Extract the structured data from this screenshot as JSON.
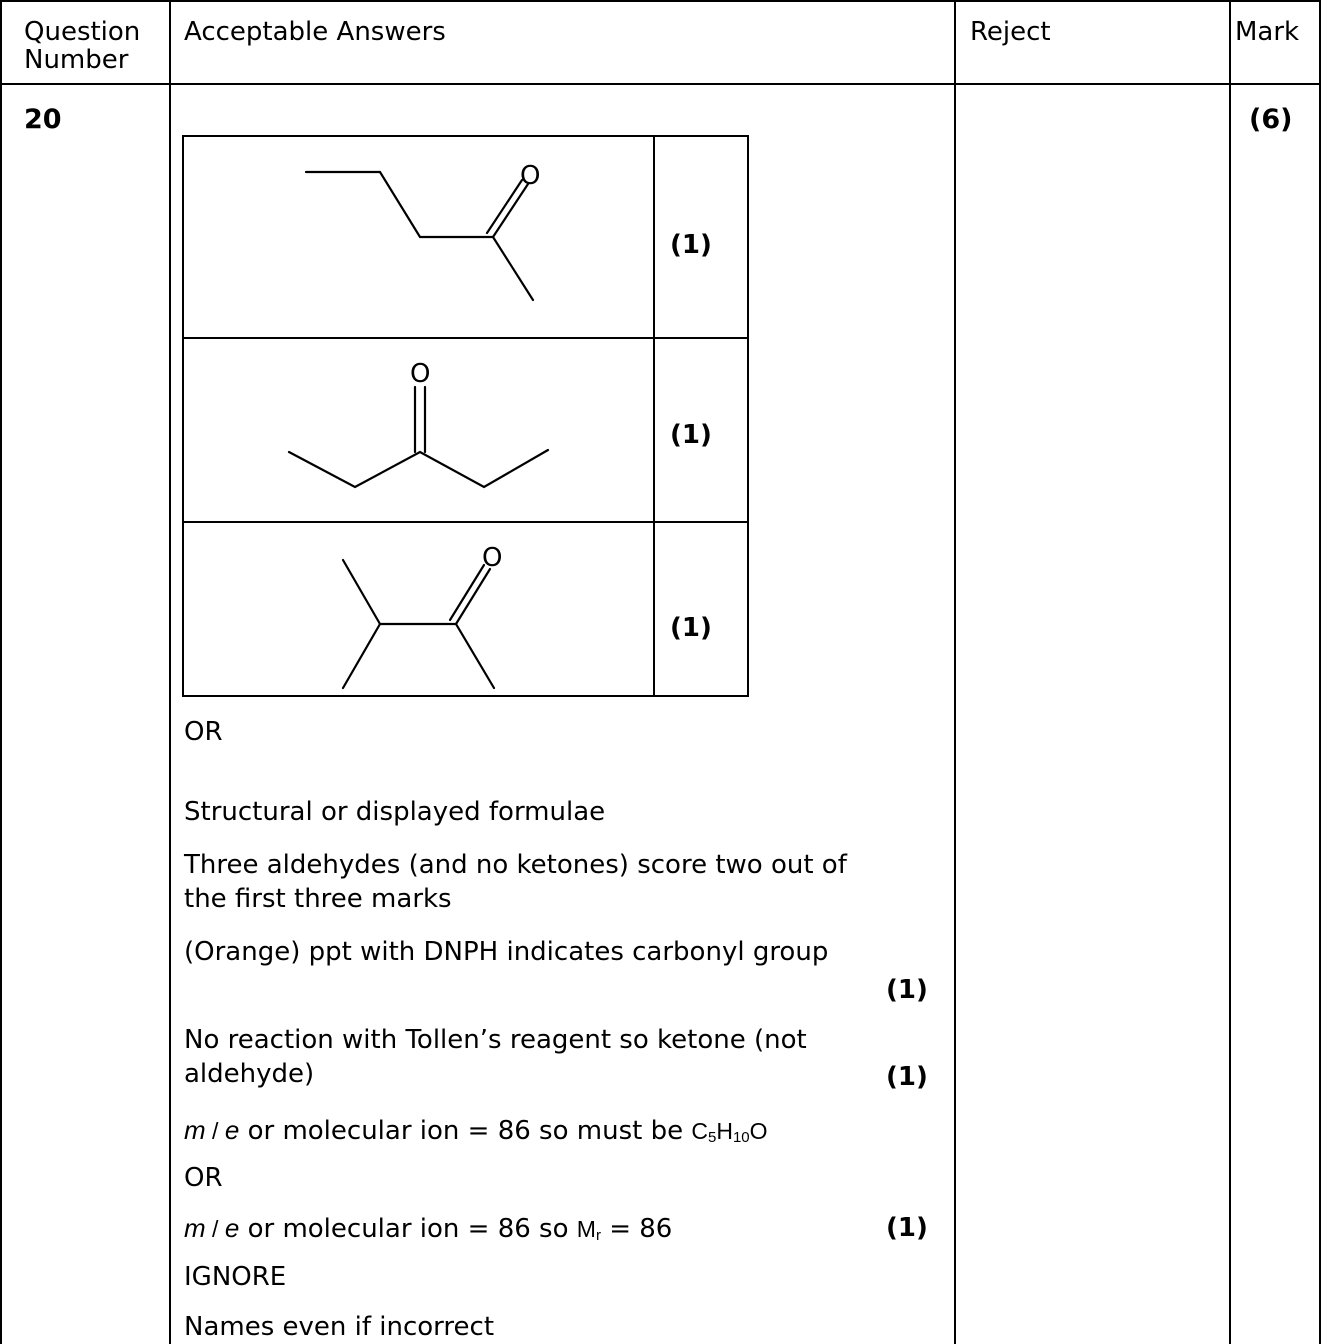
{
  "header": {
    "question_number": [
      "Question",
      "Number"
    ],
    "acceptable_answers": "Acceptable Answers",
    "reject": "Reject",
    "mark": "Mark"
  },
  "row": {
    "number": "20",
    "total_mark": "(6)"
  },
  "structures": {
    "atom_label": "O",
    "marks": [
      "(1)",
      "(1)",
      "(1)"
    ]
  },
  "answers": {
    "or_1": "OR",
    "structural": "Structural or displayed formulae",
    "aldehydes_1": "Three aldehydes (and no ketones) score two out of",
    "aldehydes_2": "the first three marks",
    "dnph": "(Orange) ppt with DNPH indicates carbonyl group",
    "dnph_mark": "(1)",
    "tollens_1": "No reaction with Tollen’s reagent so ketone (not",
    "tollens_2": "aldehyde)",
    "tollens_mark": "(1)",
    "m_letter": "m",
    "slash": " / ",
    "e_letter": "e",
    "mol_ion_a": " or molecular ion = 86 so must be ",
    "formula": {
      "c": "C",
      "c_sub": "5",
      "h": "H",
      "h_sub": "10",
      "o": "O"
    },
    "or_2": "OR",
    "mol_ion_b": " or molecular ion = 86 so ",
    "mr": {
      "m": "M",
      "sub": "r"
    },
    "mr_value": " = 86",
    "mol_ion_mark": "(1)",
    "ignore": "IGNORE",
    "names": "Names even if incorrect"
  }
}
